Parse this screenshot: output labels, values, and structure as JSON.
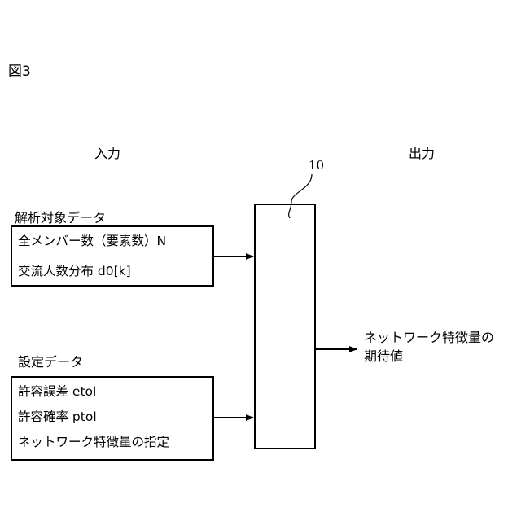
{
  "figure": {
    "label": "図3"
  },
  "headings": {
    "input": "入力",
    "output": "出力"
  },
  "processor": {
    "reference_number": "10"
  },
  "analysis_data": {
    "title": "解析対象データ",
    "items": [
      "全メンバー数（要素数）N",
      "交流人数分布 d0[k]"
    ]
  },
  "settings_data": {
    "title": "設定データ",
    "items": [
      "許容誤差 etol",
      "許容確率 ptol",
      "ネットワーク特徴量の指定"
    ]
  },
  "output": {
    "lines": [
      "ネットワーク特徴量の",
      "期待値"
    ]
  }
}
